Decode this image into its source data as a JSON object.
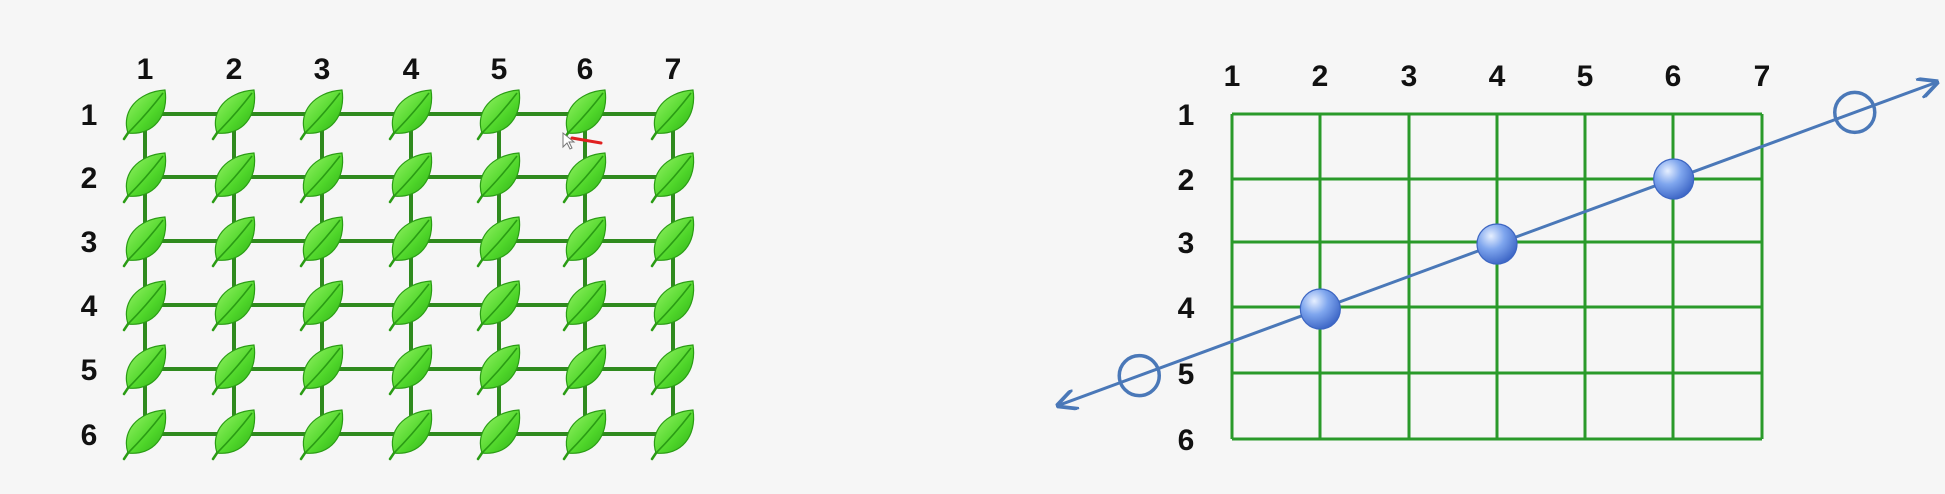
{
  "left_grid": {
    "column_labels": [
      "1",
      "2",
      "3",
      "4",
      "5",
      "6",
      "7"
    ],
    "row_labels": [
      "1",
      "2",
      "3",
      "4",
      "5",
      "6"
    ],
    "node_icon": "leaf-icon",
    "line_color": "#2f8a1e",
    "leaf_color": "#5fe22c"
  },
  "right_grid": {
    "column_labels": [
      "1",
      "2",
      "3",
      "4",
      "5",
      "6",
      "7"
    ],
    "row_labels": [
      "1",
      "2",
      "3",
      "4",
      "5",
      "6"
    ],
    "grid_color": "#2a9a2a",
    "line_color": "#4a78b8",
    "filled_points": [
      {
        "col": 2,
        "row": 4
      },
      {
        "col": 4,
        "row": 3
      },
      {
        "col": 6,
        "row": 2
      }
    ],
    "open_points": [
      {
        "col": -0.05,
        "row": 5
      },
      {
        "col": 8.05,
        "row": 1
      }
    ]
  },
  "cursor_icon": "pointer-cursor-icon"
}
